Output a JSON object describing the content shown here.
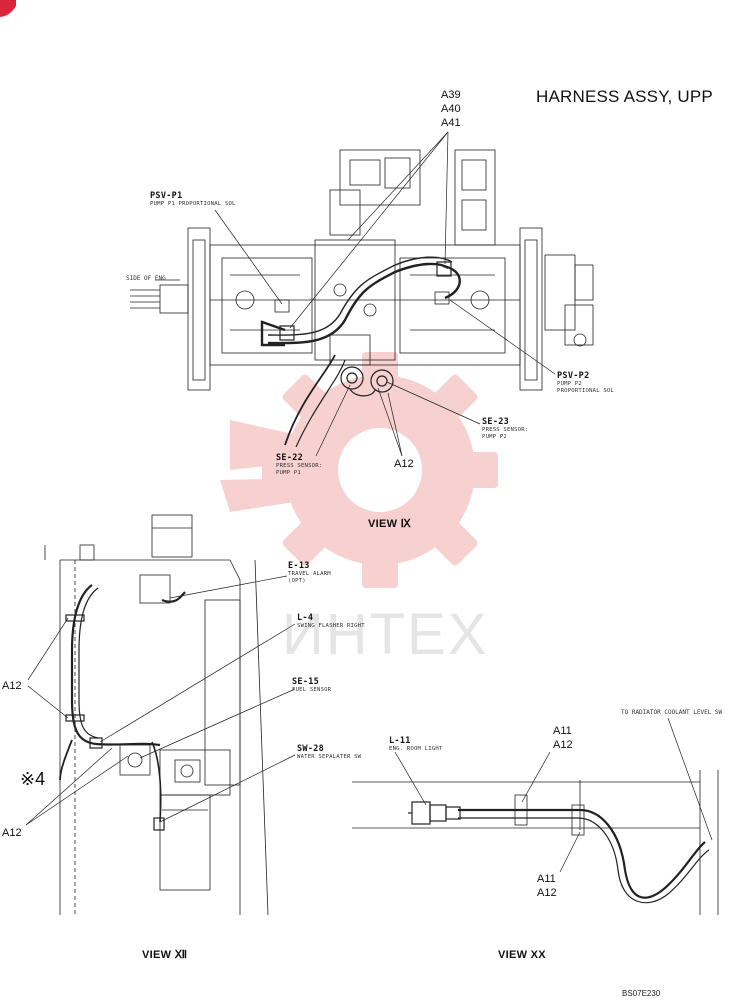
{
  "title": "HARNESS ASSY, UPP",
  "drawing_no": "BS07E230",
  "watermark": "ИНТЕХ",
  "view_ix": {
    "label": "VIEW Ⅸ",
    "top_callouts": [
      "A39",
      "A40",
      "A41"
    ],
    "side_of_eng": "SIDE OF ENG",
    "psv_p1": {
      "code": "PSV-P1",
      "desc": "PUMP P1 PROPORTIONAL SOL"
    },
    "psv_p2": {
      "code": "PSV-P2",
      "desc1": "PUMP P2",
      "desc2": "PROPORTIONAL SOL"
    },
    "se_23": {
      "code": "SE-23",
      "desc1": "PRESS SENSOR:",
      "desc2": "PUMP P2"
    },
    "se_22": {
      "code": "SE-22",
      "desc1": "PRESS SENSOR:",
      "desc2": "PUMP P1"
    },
    "a12": "A12"
  },
  "view_xii": {
    "label": "VIEW Ⅻ",
    "e_13": {
      "code": "E-13",
      "desc1": "TRAVEL ALARM",
      "desc2": "(OPT)"
    },
    "l_4": {
      "code": "L-4",
      "desc": "SWING FLASHER RIGHT"
    },
    "se_15": {
      "code": "SE-15",
      "desc": "FUEL SENSOR"
    },
    "sw_28": {
      "code": "SW-28",
      "desc": "WATER SEPALATER SW"
    },
    "a12_upper": "A12",
    "a12_lower": "A12",
    "note": "※4"
  },
  "view_xx": {
    "label": "VIEW XX",
    "to_radiator": "TO RADIATOR COOLANT LEVEL SW",
    "l_11": {
      "code": "L-11",
      "desc": "ENG. ROOM LIGHT"
    },
    "a11_top": "A11",
    "a12_top": "A12",
    "a11_bottom": "A11",
    "a12_bottom": "A12"
  }
}
